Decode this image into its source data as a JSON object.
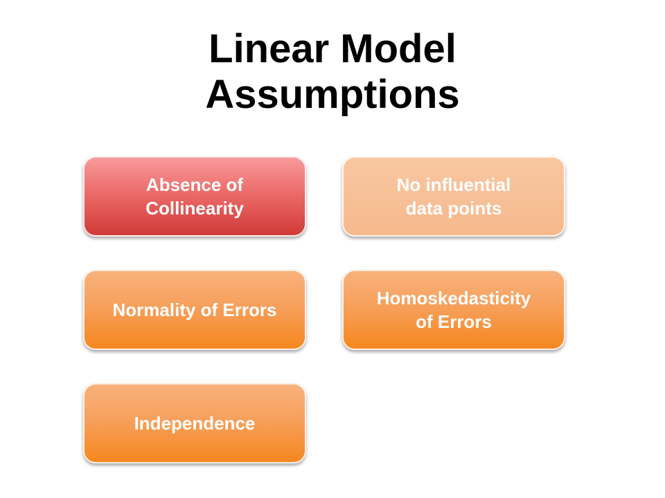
{
  "title": "Linear Model\nAssumptions",
  "boxes": [
    {
      "label": "Absence of\nCollinearity",
      "color": "#e45a58"
    },
    {
      "label": "No influential\ndata points",
      "color": "#f6bc92"
    },
    {
      "label": "Normality of Errors",
      "color": "#f79a4e"
    },
    {
      "label": "Homoskedasticity\nof Errors",
      "color": "#f79a4e"
    },
    {
      "label": "Independence",
      "color": "#f79a4e"
    }
  ]
}
